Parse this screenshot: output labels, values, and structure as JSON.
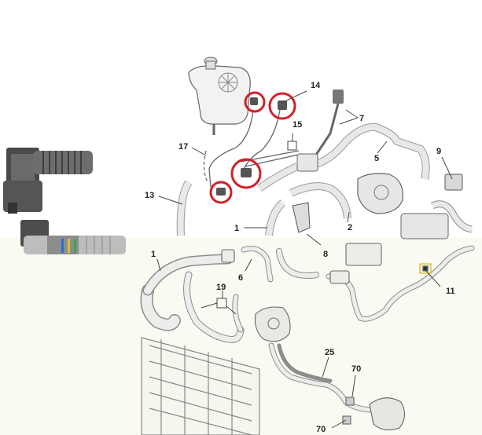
{
  "callouts": {
    "c1a": "1",
    "c1b": "1",
    "c2": "2",
    "c5": "5",
    "c6": "6",
    "c7": "7",
    "c8": "8",
    "c9": "9",
    "c11": "11",
    "c13": "13",
    "c14": "14",
    "c15": "15",
    "c17": "17",
    "c19": "19",
    "c25": "25",
    "c70a": "70",
    "c70b": "70"
  },
  "colors": {
    "highlight_circle": "#d0202a",
    "line_art": "#555555",
    "part_fill": "#e6e6e6",
    "lower_panel_bg": "#fbfaf2"
  }
}
